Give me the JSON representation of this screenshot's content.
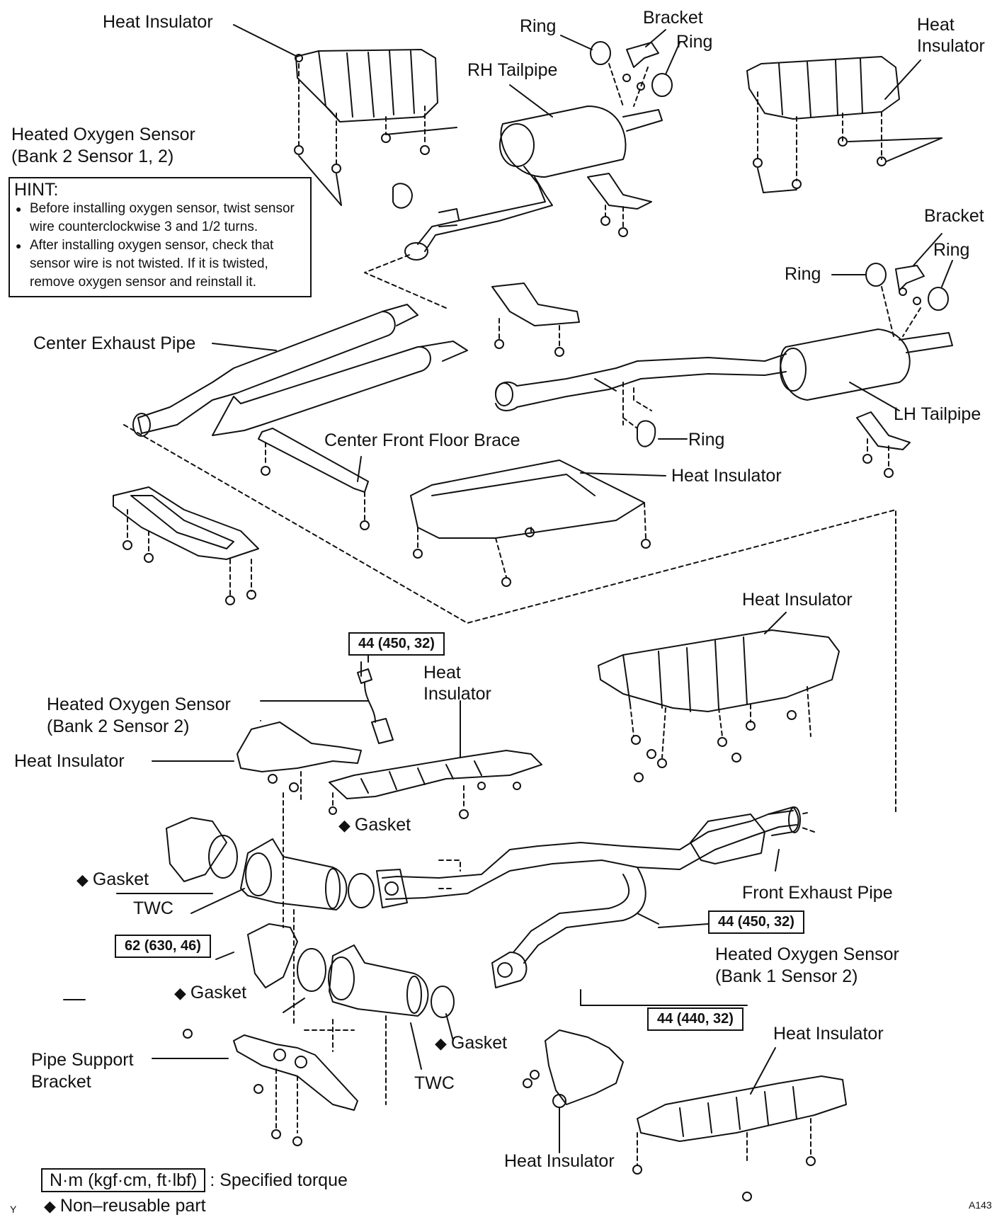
{
  "labels": {
    "heat_insulator_top_left": "Heat Insulator",
    "ring_top_1": "Ring",
    "bracket_top": "Bracket",
    "ring_top_2": "Ring",
    "heat_insulator_top_right_1": "Heat",
    "heat_insulator_top_right_2": "Insulator",
    "rh_tailpipe": "RH Tailpipe",
    "hos_bank2_s12_line1": "Heated Oxygen Sensor",
    "hos_bank2_s12_line2": "(Bank 2 Sensor 1, 2)",
    "bracket_mid": "Bracket",
    "ring_mid_right": "Ring",
    "ring_mid_left": "Ring",
    "center_exhaust_pipe": "Center Exhaust Pipe",
    "lh_tailpipe": "LH Tailpipe",
    "center_front_floor_brace": "Center Front Floor Brace",
    "ring_lower": "Ring",
    "heat_insulator_mid": "Heat Insulator",
    "heat_insulator_right": "Heat Insulator",
    "heat_line1": "Heat",
    "heat_line2": "Insulator",
    "hos_bank2_s2_line1": "Heated Oxygen Sensor",
    "hos_bank2_s2_line2": "(Bank 2 Sensor 2)",
    "heat_insulator_left": "Heat Insulator",
    "gasket_1": "Gasket",
    "gasket_2": "Gasket",
    "twc_1": "TWC",
    "front_exhaust_pipe": "Front Exhaust Pipe",
    "hos_bank1_s2_line1": "Heated Oxygen Sensor",
    "hos_bank1_s2_line2": "(Bank 1 Sensor 2)",
    "gasket_3": "Gasket",
    "gasket_4": "Gasket",
    "pipe_support_line1": "Pipe Support",
    "pipe_support_line2": "Bracket",
    "twc_2": "TWC",
    "heat_insulator_bottom_right": "Heat Insulator",
    "heat_insulator_bottom": "Heat Insulator"
  },
  "hint": {
    "title": "HINT:",
    "items": [
      "Before installing oxygen sensor, twist sensor wire counterclockwise 3 and 1/2 turns.",
      "After installing oxygen sensor, check that sensor wire is not twisted. If it is twisted, remove oxygen sensor and reinstall it."
    ]
  },
  "torques": {
    "t1": "44 (450, 32)",
    "t2": "44 (450, 32)",
    "t3": "62 (630, 46)",
    "t4": "44 (440, 32)"
  },
  "legend": {
    "torque_unit": "N·m (kgf·cm, ft·lbf)",
    "torque_desc": ": Specified torque",
    "nonreusable": "Non–reusable part",
    "diamond": "◆"
  },
  "corner": {
    "left": "Y",
    "right": "A143"
  }
}
